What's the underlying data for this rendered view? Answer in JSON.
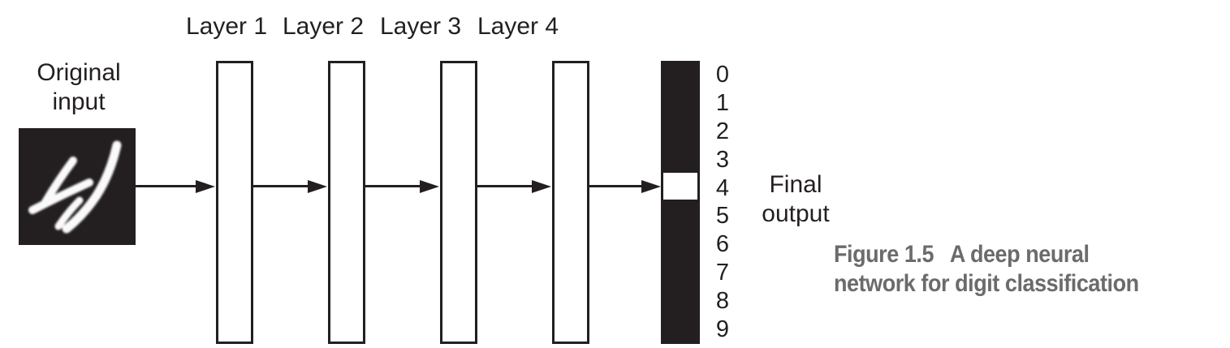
{
  "figure": {
    "input": {
      "label_line1": "Original",
      "label_line2": "input",
      "image_description": "handwritten digit 4, white strokes on black square"
    },
    "layers": [
      {
        "label": "Layer 1"
      },
      {
        "label": "Layer 2"
      },
      {
        "label": "Layer 3"
      },
      {
        "label": "Layer 4"
      }
    ],
    "output": {
      "digits": [
        "0",
        "1",
        "2",
        "3",
        "4",
        "5",
        "6",
        "7",
        "8",
        "9"
      ],
      "highlighted_digit": "4",
      "label_line1": "Final",
      "label_line2": "output"
    },
    "caption": {
      "label": "Figure 1.5",
      "line1": "A deep neural",
      "line2": "network for digit classification"
    },
    "colors": {
      "ink": "#231f20",
      "caption_gray": "#6b6b6b",
      "background": "#ffffff",
      "highlight_cell": "#ffffff"
    }
  }
}
